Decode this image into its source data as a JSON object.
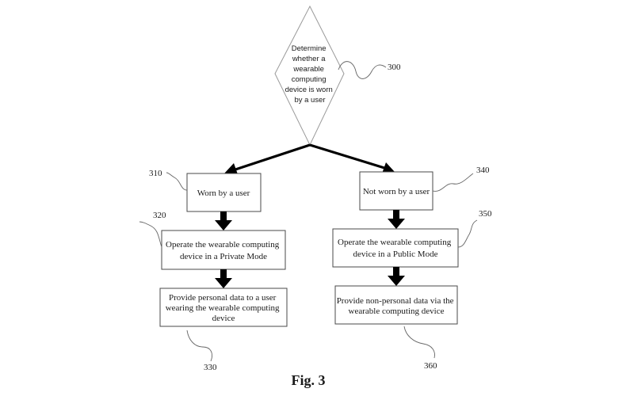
{
  "diagram": {
    "decision": {
      "lines": [
        "Determine",
        "whether a",
        "wearable",
        "computing",
        "device is worn",
        "by a user"
      ],
      "ref": "300"
    },
    "left_branch": {
      "state": {
        "lines": [
          "Worn by a user"
        ],
        "ref": "310"
      },
      "mode": {
        "lines": [
          "Operate the wearable computing",
          "device in a Private Mode"
        ],
        "ref": "320"
      },
      "output": {
        "lines": [
          "Provide personal data to a user",
          "wearing the wearable computing",
          "device"
        ],
        "ref": "330"
      }
    },
    "right_branch": {
      "state": {
        "lines": [
          "Not worn by a user"
        ],
        "ref": "340"
      },
      "mode": {
        "lines": [
          "Operate the wearable computing",
          "device in a Public Mode"
        ],
        "ref": "350"
      },
      "output": {
        "lines": [
          "Provide non-personal data via the",
          "wearable computing device"
        ],
        "ref": "360"
      }
    },
    "caption": "Fig. 3"
  }
}
